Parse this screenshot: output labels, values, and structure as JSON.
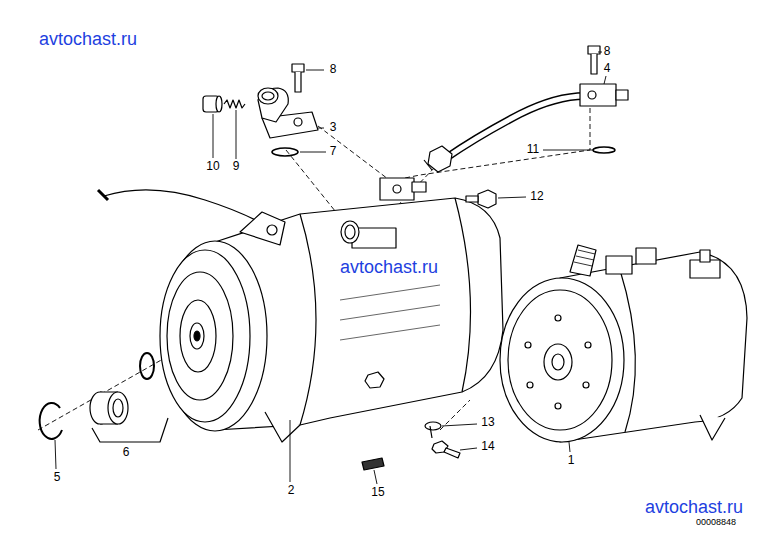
{
  "diagram": {
    "labels": [
      "avtochast.ru",
      "8",
      "8",
      "4",
      "3",
      "10",
      "9",
      "7",
      "11",
      "12",
      "avtochast.ru",
      "13",
      "14",
      "5",
      "6",
      "2",
      "15",
      "1",
      "avtochast.ru",
      "00008848"
    ]
  }
}
